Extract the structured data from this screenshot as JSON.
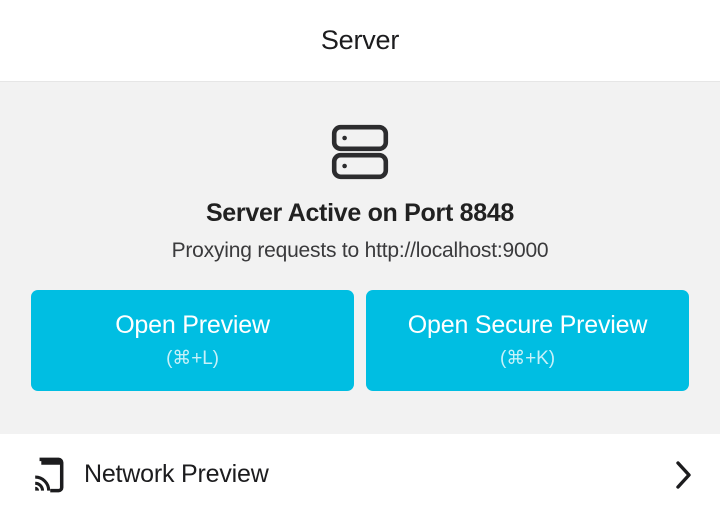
{
  "window": {
    "title": "Server"
  },
  "status": {
    "icon": "server-icon",
    "heading": "Server Active on Port 8848",
    "subtitle": "Proxying requests to http://localhost:9000"
  },
  "actions": [
    {
      "label": "Open Preview",
      "shortcut": "(⌘+L)"
    },
    {
      "label": "Open Secure Preview",
      "shortcut": "(⌘+K)"
    }
  ],
  "list": {
    "rows": [
      {
        "icon": "cast-screen-icon",
        "label": "Network Preview",
        "chevron": "chevron-right-icon"
      }
    ]
  },
  "colors": {
    "accent": "#00BEE2",
    "panel_background": "#F2F2F2",
    "surface": "#FFFFFF",
    "text_primary": "#1C1C1E",
    "text_secondary": "#3A3A3C",
    "icon": "#2C2C2E"
  }
}
